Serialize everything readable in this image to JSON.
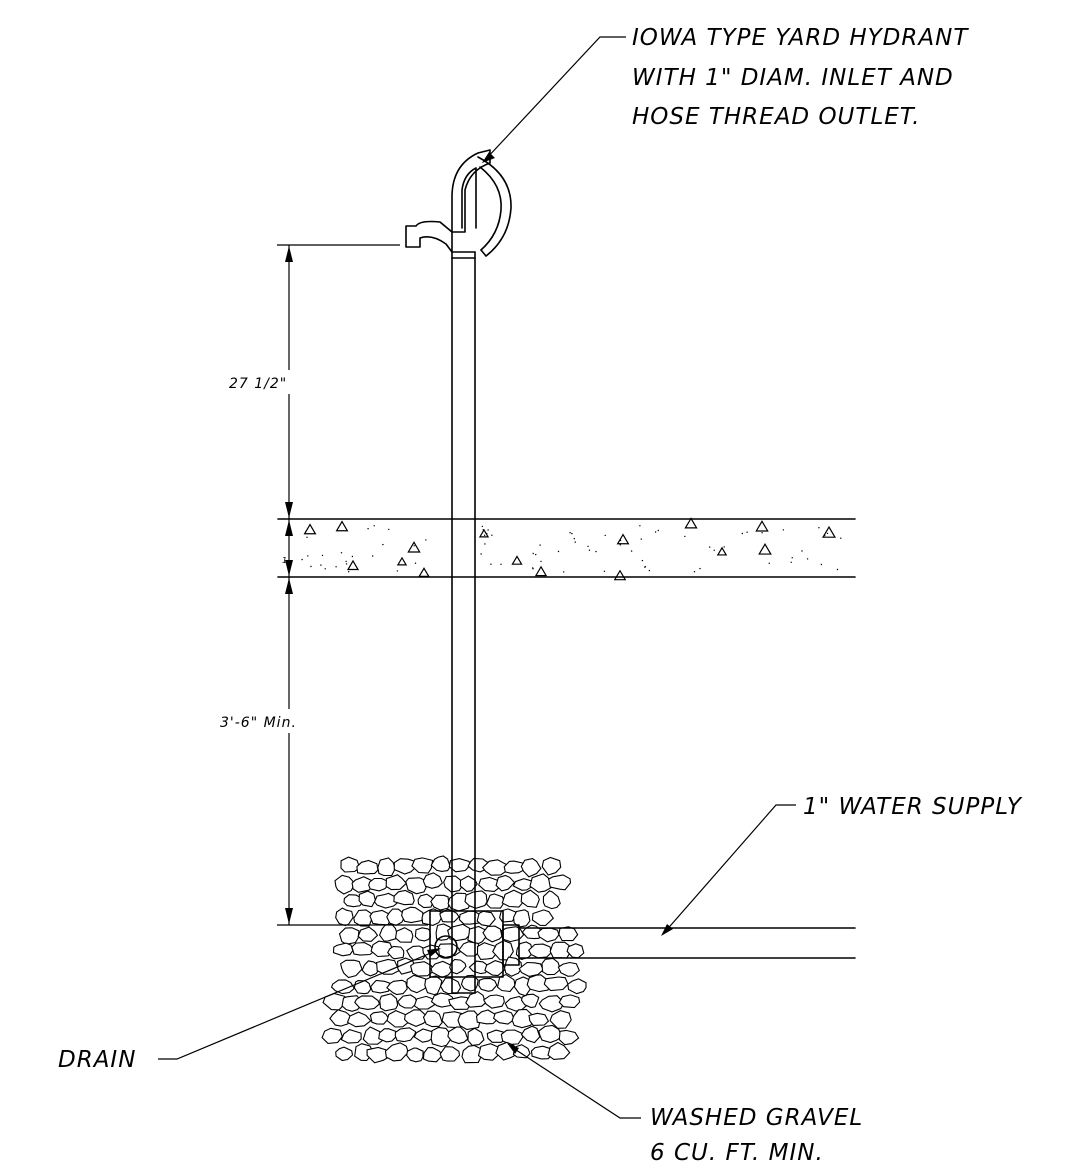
{
  "labels": {
    "hydrant": [
      "IOWA TYPE YARD HYDRANT",
      "WITH 1\" DIAM. INLET AND",
      "HOSE THREAD OUTLET."
    ],
    "water_supply": "1\" WATER SUPPLY",
    "drain": "DRAIN",
    "gravel": [
      "WASHED GRAVEL",
      "6 CU. FT. MIN."
    ]
  },
  "dimensions": {
    "above_grade": "27 1/2\"",
    "slab_mark": "1",
    "bury_depth": "3'-6\" Min."
  }
}
